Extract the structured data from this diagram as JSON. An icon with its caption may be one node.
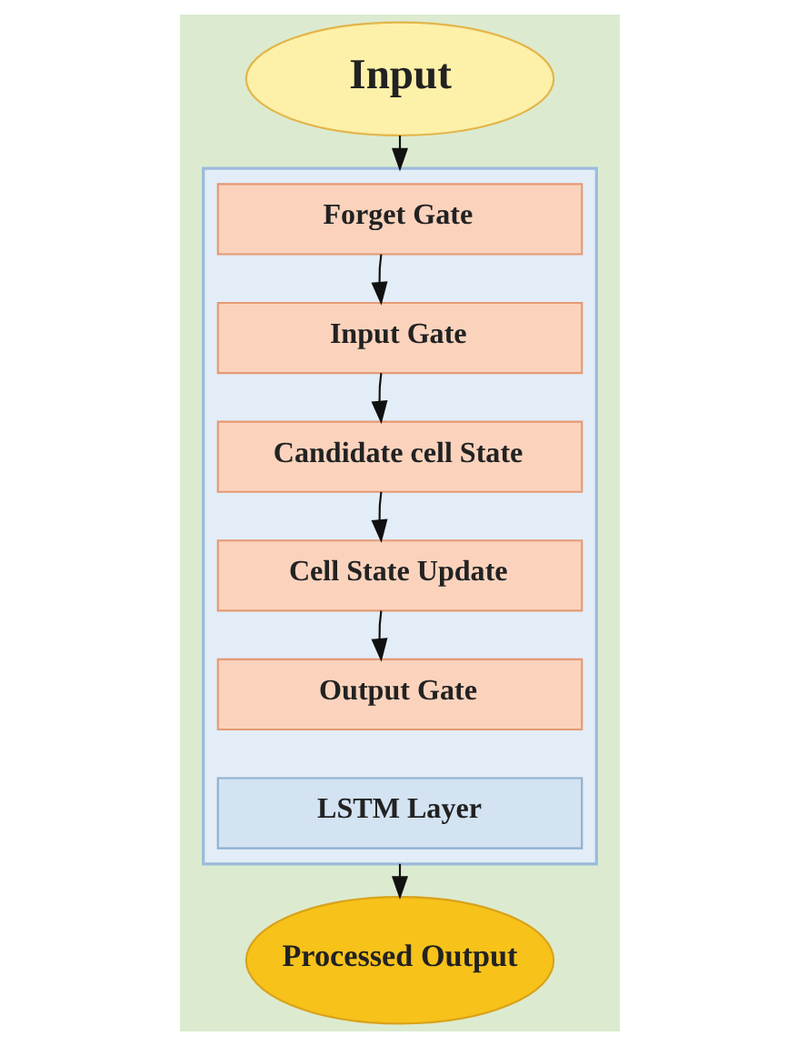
{
  "diagram": {
    "nodes": [
      {
        "text": [
          "Input"
        ]
      },
      {
        "text": [],
        "shape": "box"
      },
      {
        "text": [
          "Forget Gate"
        ],
        "in": 1
      },
      {
        "text": [
          "Input Gate"
        ],
        "in": 1
      },
      {
        "text": [
          "Candidate cell State"
        ],
        "in": 1
      },
      {
        "text": [
          "Cell State Update"
        ],
        "in": 1
      },
      {
        "text": [
          "Output Gate"
        ],
        "in": 1
      },
      {
        "text": [
          "LSTM Layer"
        ],
        "in": 1
      },
      {
        "text": [
          "Processed Output"
        ]
      }
    ],
    "edges": [
      {
        "from": 0,
        "to": 1,
        "arrow": "to"
      },
      {
        "from": 2,
        "to": 3,
        "arrow": "to"
      },
      {
        "from": 3,
        "to": 4,
        "arrow": "to"
      },
      {
        "from": 4,
        "to": 5,
        "arrow": "to"
      },
      {
        "from": 5,
        "to": 6,
        "arrow": "to"
      },
      {
        "from": 1,
        "to": 8,
        "arrow": "to"
      }
    ]
  }
}
